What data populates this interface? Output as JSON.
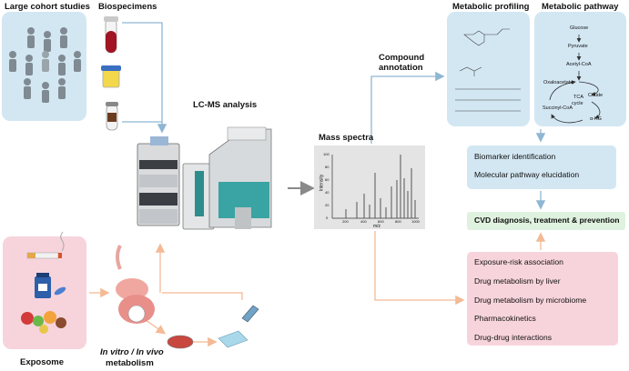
{
  "labels": {
    "cohort": "Large cohort studies",
    "biospecimens": "Biospecimens",
    "lcms": "LC-MS analysis",
    "compound_annotation_1": "Compound",
    "compound_annotation_2": "annotation",
    "mass_spectra": "Mass spectra",
    "metabolic_profiling": "Metabolic profiling",
    "metabolic_pathway": "Metabolic pathway",
    "exposome": "Exposome",
    "invitro_1": "In vitro / In vivo",
    "invitro_2": "metabolism"
  },
  "pathway": {
    "glucose": "Glucose",
    "pyruvate": "Pyruvate",
    "acetyl_coa": "Acetyl-CoA",
    "oxaloacetate": "Oxaloacetate",
    "citrate": "Citrate",
    "tca_1": "TCA",
    "tca_2": "cycle",
    "succinyl_coa": "Succinyl-CoA",
    "akg": "α-KG"
  },
  "biomarker_box": {
    "items": [
      "Biomarker identification",
      "Molecular pathway elucidation"
    ]
  },
  "cvd_box": {
    "label": "CVD diagnosis, treatment & prevention"
  },
  "exposure_box": {
    "items": [
      "Exposure-risk association",
      "Drug metabolism by liver",
      "Drug metabolism by microbiome",
      "Pharmacokinetics",
      "Drug-drug interactions"
    ]
  },
  "spectrum": {
    "ylabel": "Intensity",
    "xlabel": "m/z",
    "x_ticks": [
      "200",
      "400",
      "600",
      "800",
      "1000"
    ],
    "y_ticks": [
      "0",
      "20",
      "40",
      "60",
      "80",
      "100"
    ]
  },
  "colors": {
    "blue_panel": "#d3e7f3",
    "pink_panel": "#f7d4dc",
    "green_panel": "#dff2df",
    "blue_arrow": "#8fb6d3",
    "orange_arrow": "#f4b995",
    "gray_arrow": "#8a8a8a"
  }
}
